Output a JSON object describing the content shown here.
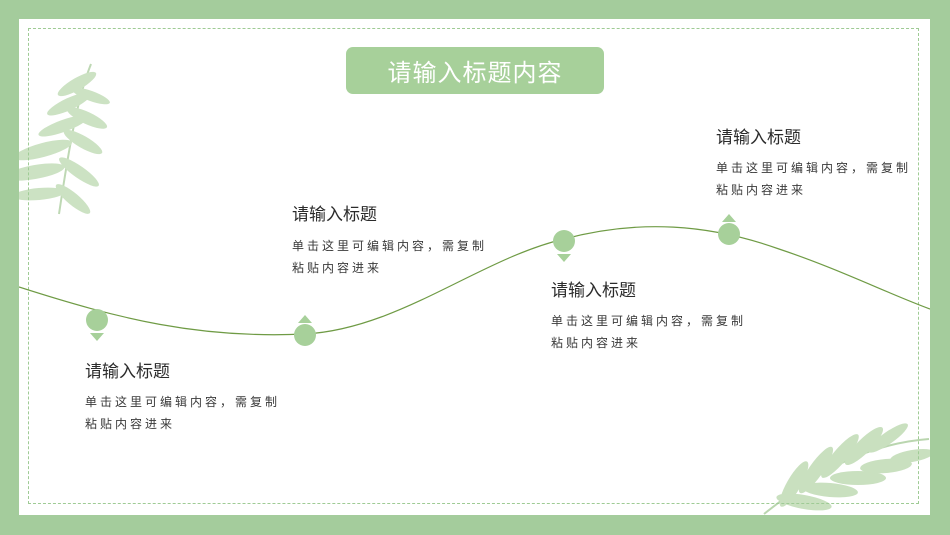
{
  "slide": {
    "title": "请输入标题内容",
    "colors": {
      "frame": "#a4cc9c",
      "accent": "#a7d09a",
      "curve": "#6f9b45",
      "leaf": "#bcd9b0"
    },
    "items": [
      {
        "title": "请输入标题",
        "text": "单击这里可编辑内容，需复制粘贴内容进来"
      },
      {
        "title": "请输入标题",
        "text": "单击这里可编辑内容，需复制粘贴内容进来"
      },
      {
        "title": "请输入标题",
        "text": "单击这里可编辑内容，需复制粘贴内容进来"
      },
      {
        "title": "请输入标题",
        "text": "单击这里可编辑内容，需复制粘贴内容进来"
      }
    ],
    "decorations": [
      "fern-leaves-top-left",
      "fern-leaves-bottom-right"
    ]
  }
}
